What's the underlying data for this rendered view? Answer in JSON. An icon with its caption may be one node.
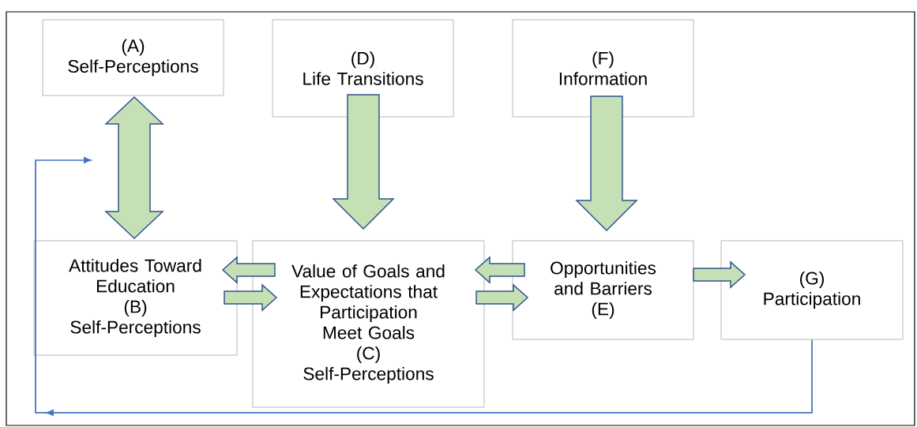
{
  "diagram": {
    "nodes": [
      {
        "text": [
          "(A)",
          "Self-Perceptions"
        ]
      },
      {
        "text": [
          "(D)",
          "Life Transitions"
        ]
      },
      {
        "text": [
          "(F)",
          "Information"
        ]
      },
      {
        "text": [
          "Attitudes Toward Education",
          "(B)",
          "Self-Perceptions"
        ]
      },
      {
        "text": [
          "Value of Goals and Expectations that Participation Meet Goals",
          "(C)",
          "Self-Perceptions"
        ]
      },
      {
        "text": [
          "Opportunities and Barriers",
          "(E)"
        ]
      },
      {
        "text": [
          "(G)",
          "Participation"
        ]
      }
    ],
    "edges": [
      {
        "from": 0,
        "to": 3,
        "arrow": "both"
      },
      {
        "from": 1,
        "to": 4,
        "arrow": "to"
      },
      {
        "from": 2,
        "to": 5,
        "arrow": "to"
      },
      {
        "from": 4,
        "to": 3,
        "arrow": "to"
      },
      {
        "from": 3,
        "to": 4,
        "arrow": "to"
      },
      {
        "from": 5,
        "to": 4,
        "arrow": "to"
      },
      {
        "from": 4,
        "to": 5,
        "arrow": "to"
      },
      {
        "from": 5,
        "to": 6,
        "arrow": "to"
      },
      {
        "from": 6,
        "to": null,
        "arrow": "to",
        "color": "#4472c4"
      }
    ]
  }
}
